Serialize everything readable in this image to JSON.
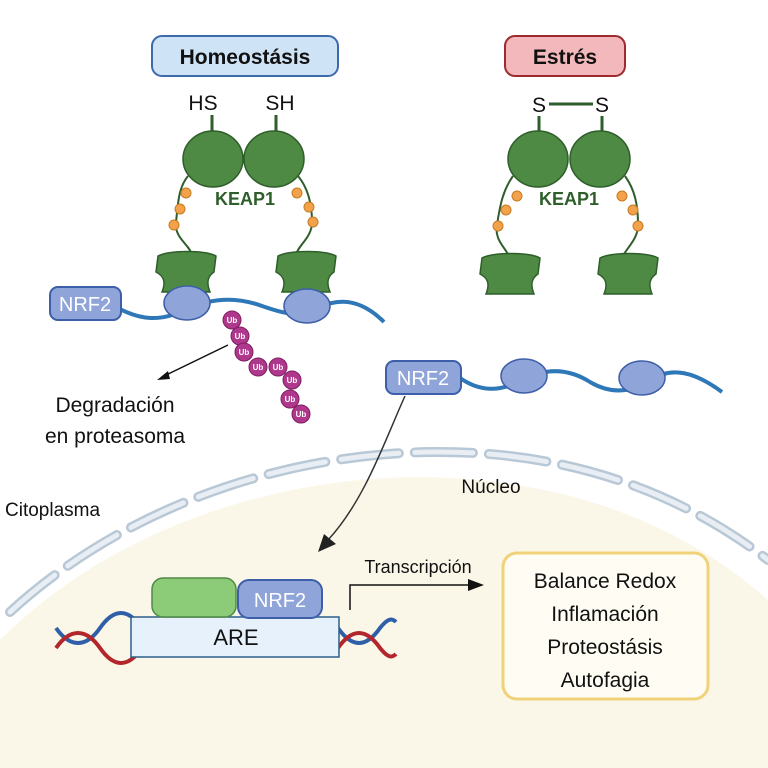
{
  "labels": {
    "homeostasis": "Homeostásis",
    "stress": "Estrés",
    "hs": "HS",
    "sh": "SH",
    "s_left": "S",
    "s_right": "S",
    "keap1_left": "KEAP1",
    "keap1_right": "KEAP1",
    "nrf2_bound": "NRF2",
    "nrf2_free": "NRF2",
    "nrf2_nucleus": "NRF2",
    "ub": "Ub",
    "degradation_line1": "Degradación",
    "degradation_line2": "en proteasoma",
    "cytoplasm": "Citoplasma",
    "nucleus": "Núcleo",
    "are": "ARE",
    "transcription": "Transcripción"
  },
  "targets": [
    "Balance Redox",
    "Inflamación",
    "Proteostásis",
    "Autofagia"
  ],
  "colors": {
    "homeostasis_box": "#cfe3f7",
    "homeostasis_border": "#3d6aa8",
    "stress_box": "#f3b8bb",
    "stress_border": "#9c2b30",
    "keap1_green": "#4f8a45",
    "keap1_dark": "#2e5e2a",
    "nrf2_fill": "#8fa4d8",
    "nrf2_border": "#3d5ea8",
    "chain_blue": "#2f78b8",
    "ub_magenta": "#b0388c",
    "nucleus_fill": "#fbf7e8",
    "membrane": "#cfdbe6",
    "targets_border": "#f0d27a",
    "partner_green": "#8ccb78"
  }
}
